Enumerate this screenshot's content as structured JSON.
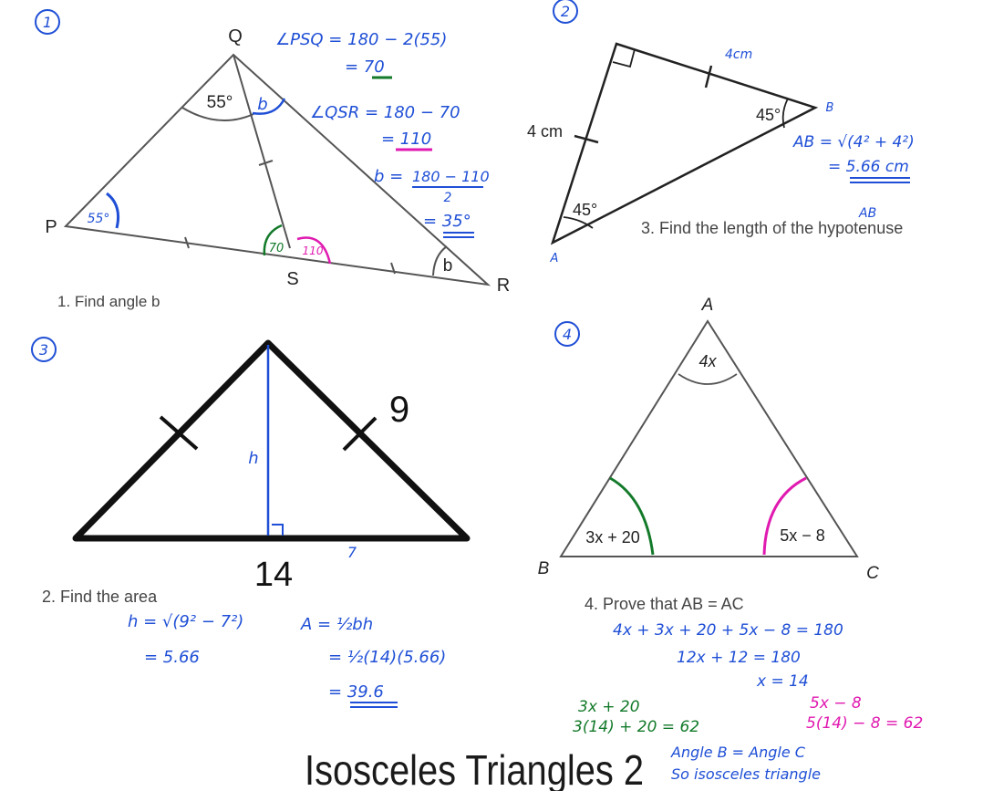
{
  "title": "Isosceles Triangles 2",
  "colors": {
    "blue": "#1f4fd6",
    "green": "#137a2a",
    "magenta": "#e01ab0",
    "black": "#111111",
    "gray": "#555555"
  },
  "q1": {
    "number": "1",
    "prompt": "1. Find angle b",
    "labels": {
      "P": "P",
      "Q": "Q",
      "R": "R",
      "S": "S"
    },
    "angle_q_left": "55°",
    "angle_q_right": "b",
    "angle_p": "55°",
    "angle_r": "b",
    "angle_s_left": "70",
    "angle_s_right": "110",
    "working": {
      "l1": "∠PSQ = 180 − 2(55)",
      "l2": "= 70",
      "l3": "∠QSR = 180 − 70",
      "l4": "= 110",
      "l5a": "b =",
      "l5b": "180 − 110",
      "l5c": "2",
      "l6": "= 35°"
    }
  },
  "q2": {
    "number": "2",
    "prompt": "3. Find the length of the hypotenuse",
    "side_left": "4 cm",
    "side_top": "4cm",
    "angle_a": "45°",
    "angle_b": "45°",
    "vertex_a": "A",
    "vertex_b": "B",
    "working": {
      "l1": "AB = √(4² + 4²)",
      "l2": "= 5.66 cm",
      "l3": "AB"
    }
  },
  "q3": {
    "number": "3",
    "prompt": "2. Find the area",
    "side_label": "9",
    "base_label": "14",
    "height_label": "h",
    "half_base": "7",
    "working": {
      "l1": "h = √(9² − 7²)",
      "l2": "= 5.66",
      "l3": "A = ½bh",
      "l4": "= ½(14)(5.66)",
      "l5": "= 39.6"
    }
  },
  "q4": {
    "number": "4",
    "prompt": "4. Prove that AB = AC",
    "vertex_a": "A",
    "vertex_b": "B",
    "vertex_c": "C",
    "angle_a": "4x",
    "angle_b": "3x + 20",
    "angle_c": "5x − 8",
    "working": {
      "l1": "4x + 3x + 20 + 5x − 8 = 180",
      "l2": "12x + 12 = 180",
      "l3": "x = 14",
      "g1": "3x + 20",
      "g2": "3(14) + 20 = 62",
      "m1": "5x − 8",
      "m2": "5(14) − 8 = 62",
      "c1": "Angle B = Angle C",
      "c2": "So isosceles triangle"
    }
  }
}
